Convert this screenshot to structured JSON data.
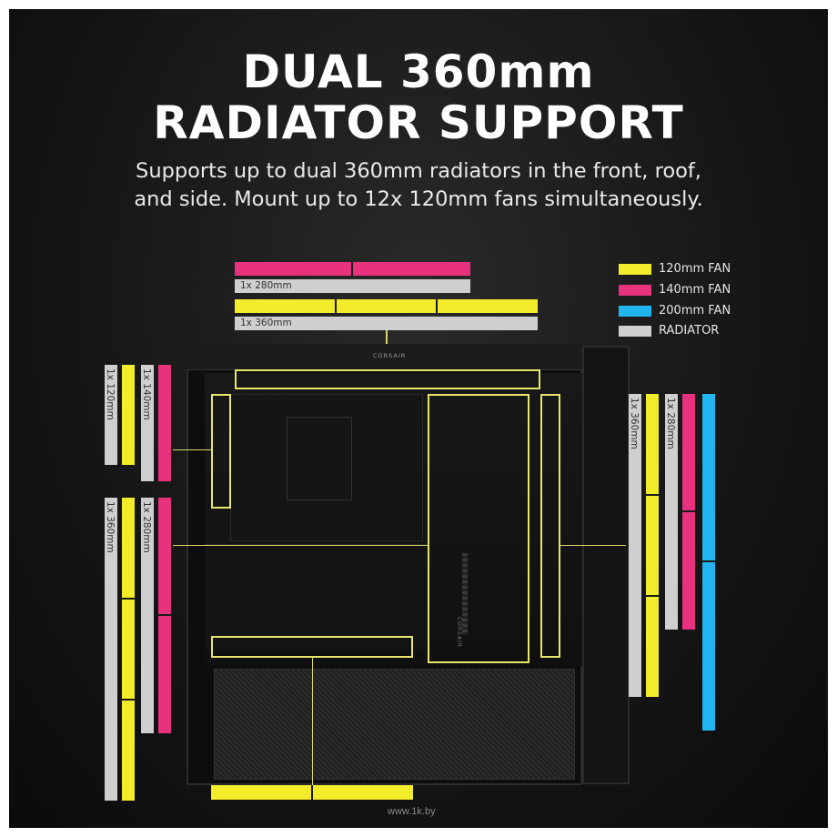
{
  "headline": {
    "line1": "DUAL 360mm",
    "line2": "RADIATOR SUPPORT"
  },
  "subtitle": {
    "line1": "Supports up to dual 360mm radiators in the front, roof,",
    "line2": "and side. Mount up to 12x 120mm fans simultaneously."
  },
  "legend": [
    {
      "label": "120mm FAN",
      "color": "#f2ec2a"
    },
    {
      "label": "140mm FAN",
      "color": "#e8327d"
    },
    {
      "label": "200mm FAN",
      "color": "#21b4ee"
    },
    {
      "label": "RADIATOR",
      "color": "#cfcfcf"
    }
  ],
  "case_brand": "CORSAIR",
  "case_brand_side": "CORSAIR",
  "radiator_labels": {
    "top_280": "1x 280mm",
    "top_360": "1x 360mm",
    "left_top_120": "1x 120mm",
    "left_top_140": "1x 140mm",
    "left_bottom_360": "1x 360mm",
    "left_bottom_280": "1x 280mm",
    "right_360": "1x 360mm",
    "right_280": "1x 280mm"
  },
  "watermark": "www.1k.by"
}
